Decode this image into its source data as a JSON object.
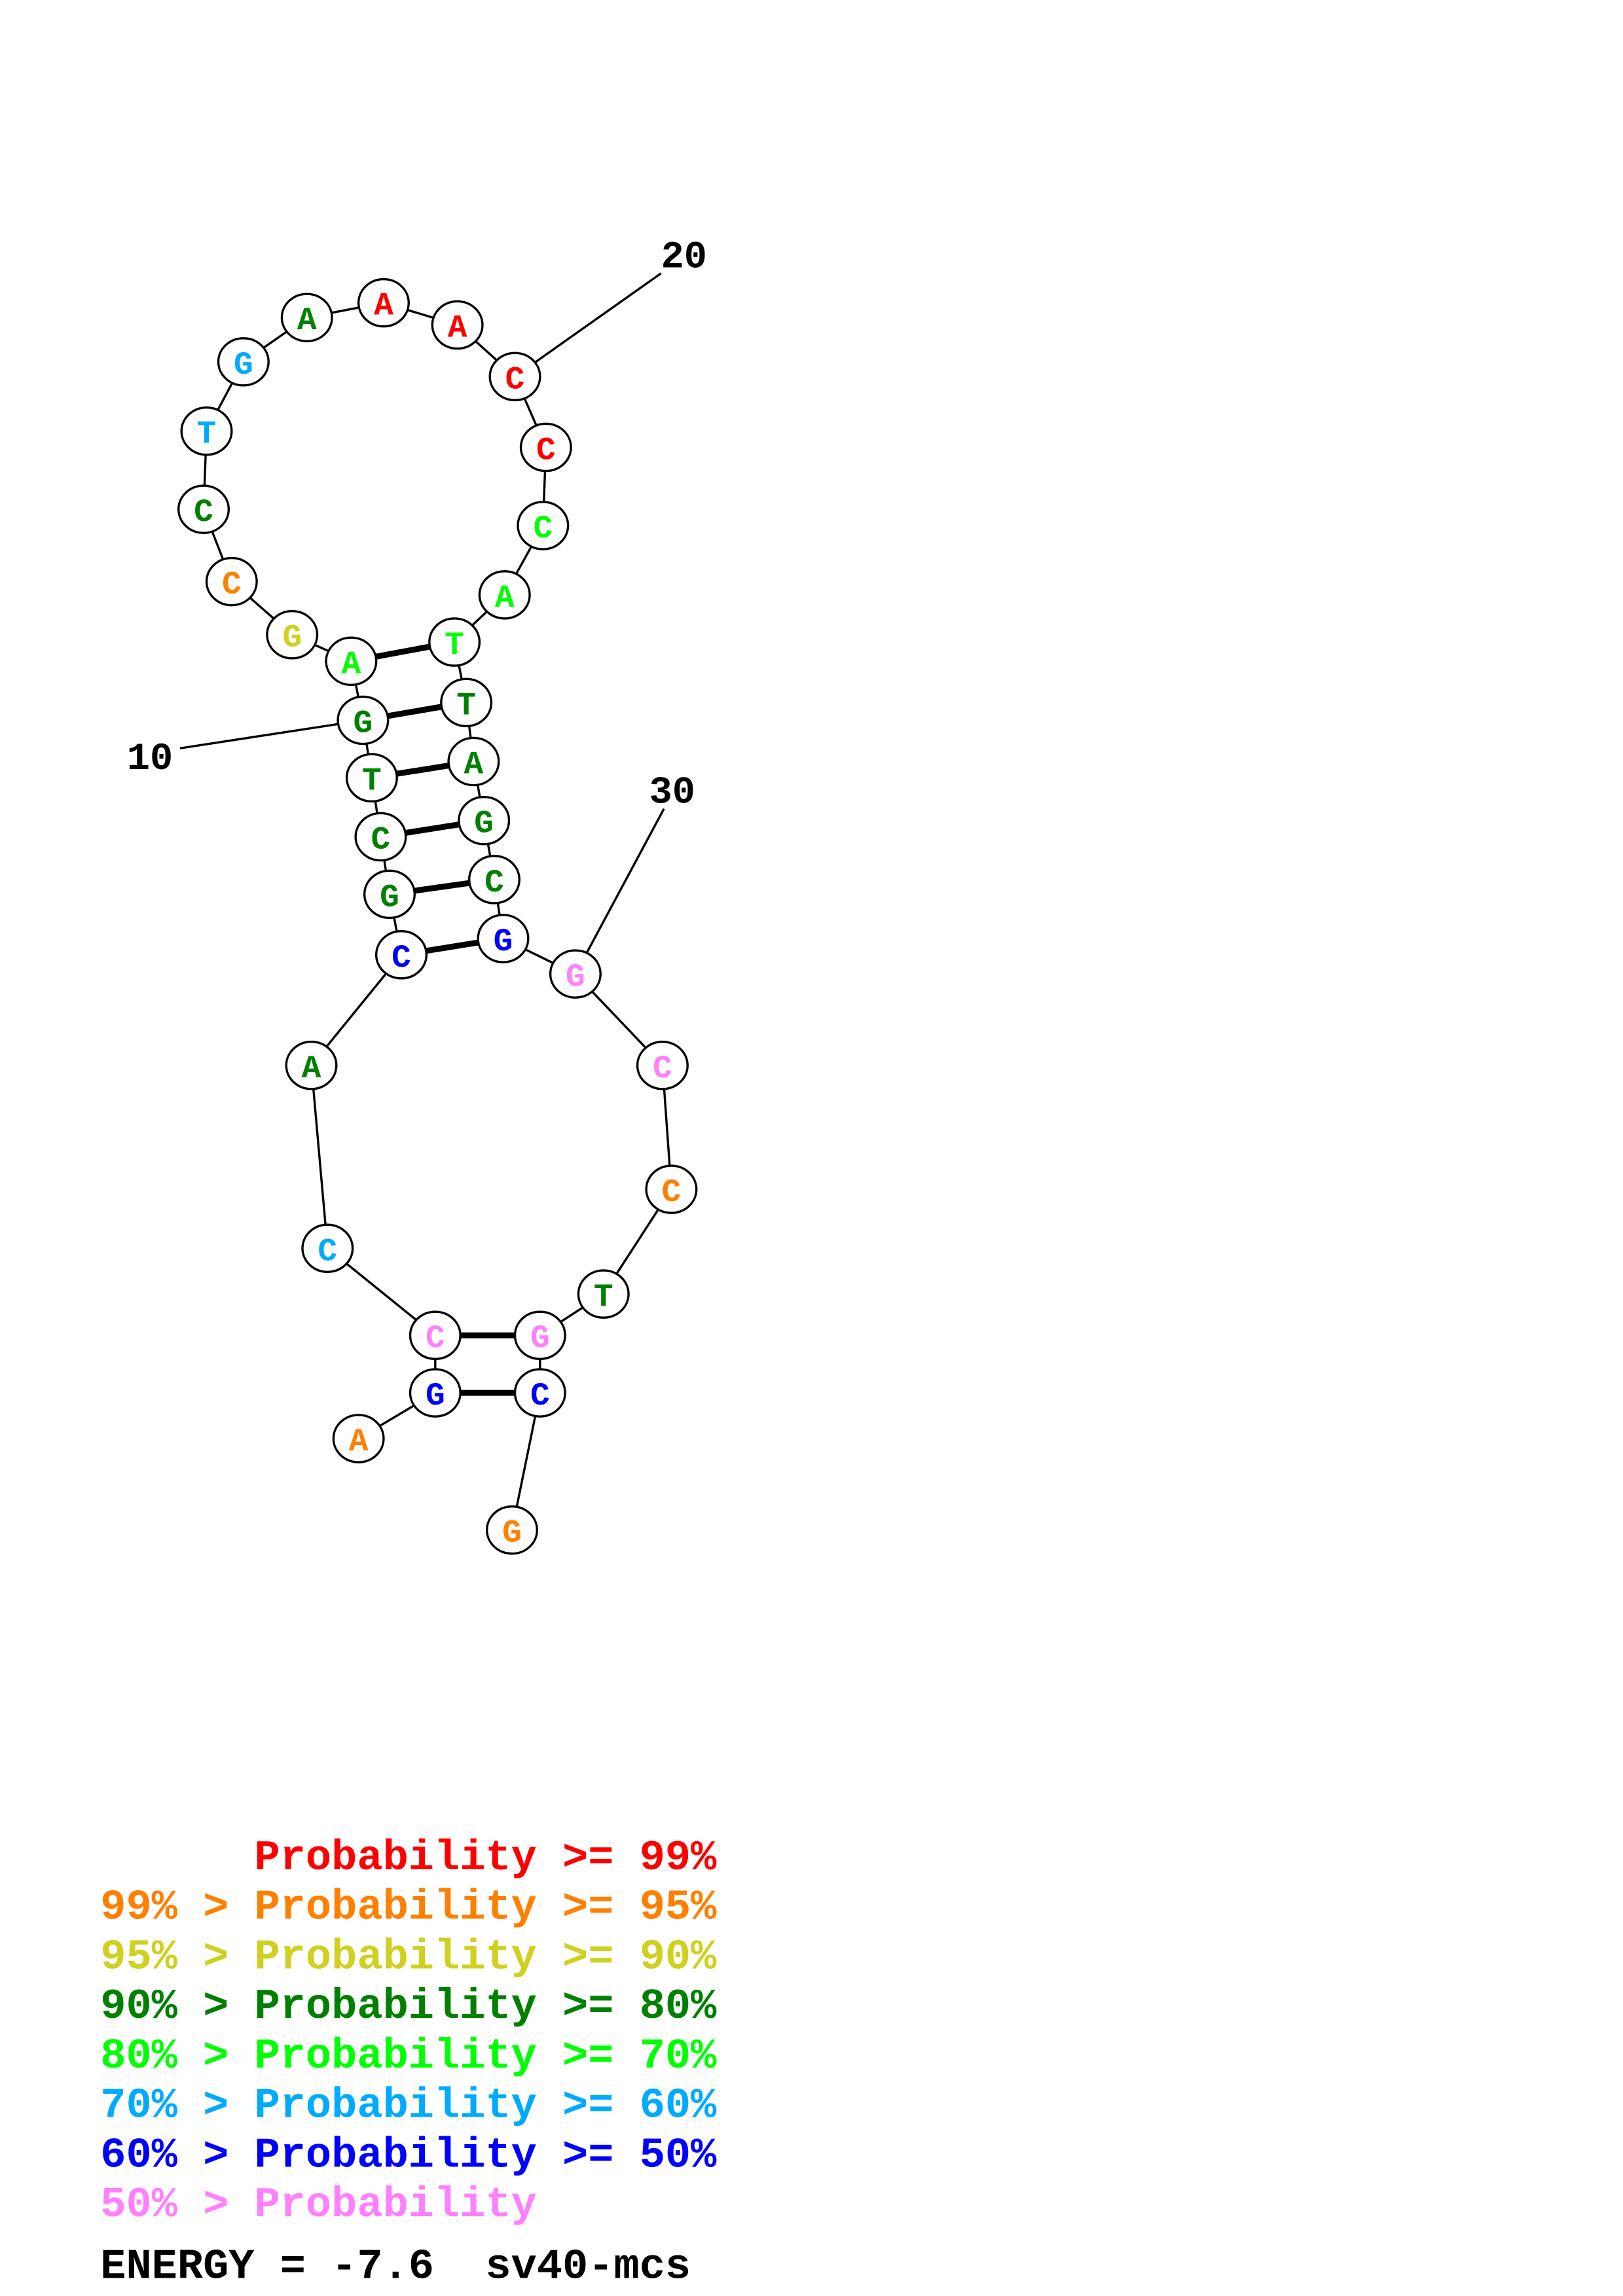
{
  "structure": {
    "sequence": [
      "A",
      "G",
      "C",
      "C",
      "A",
      "C",
      "G",
      "C",
      "T",
      "G",
      "A",
      "G",
      "C",
      "C",
      "T",
      "G",
      "A",
      "A",
      "A",
      "C",
      "C",
      "C",
      "A",
      "T",
      "T",
      "A",
      "G",
      "C",
      "G",
      "G",
      "C",
      "C",
      "T",
      "G",
      "C",
      "G"
    ],
    "probability_class": [
      1,
      6,
      7,
      5,
      3,
      6,
      3,
      3,
      3,
      3,
      4,
      2,
      1,
      3,
      5,
      5,
      3,
      0,
      0,
      0,
      0,
      4,
      4,
      4,
      3,
      3,
      3,
      3,
      6,
      7,
      7,
      1,
      3,
      7,
      6,
      1
    ],
    "pairs": [
      [
        11,
        24
      ],
      [
        10,
        25
      ],
      [
        9,
        26
      ],
      [
        8,
        27
      ],
      [
        7,
        28
      ],
      [
        6,
        29
      ],
      [
        3,
        34
      ],
      [
        2,
        35
      ]
    ],
    "position_labels": [
      "10",
      "20",
      "30"
    ]
  },
  "legend": {
    "colors": [
      "#ff0000",
      "#ff8000",
      "#d0d020",
      "#008000",
      "#00ff00",
      "#00aaff",
      "#0000ff",
      "#ff80ff"
    ],
    "lines": [
      "      Probability >= 99%",
      "99% > Probability >= 95%",
      "95% > Probability >= 90%",
      "90% > Probability >= 80%",
      "80% > Probability >= 70%",
      "70% > Probability >= 60%",
      "60% > Probability >= 50%",
      "50% > Probability"
    ]
  },
  "footer": {
    "energy": "ENERGY = -7.6  sv40-mcs"
  }
}
